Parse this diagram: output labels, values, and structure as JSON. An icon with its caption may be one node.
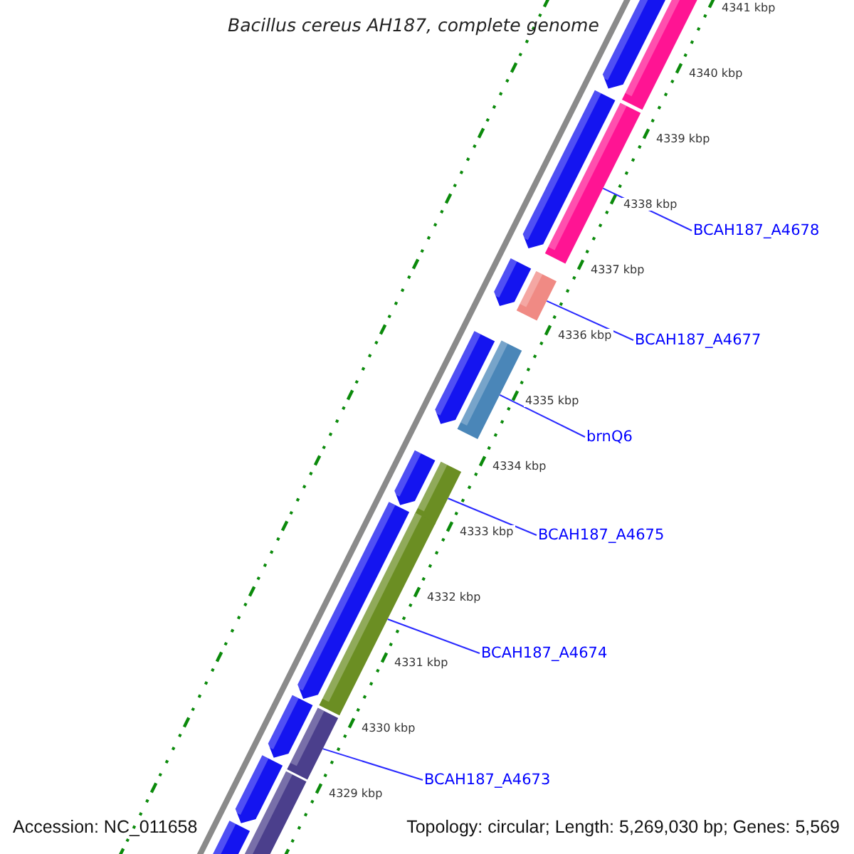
{
  "diagram": {
    "title": "Bacillus cereus AH187, complete genome",
    "nodes": [
      {
        "text": [],
        "shape": "pentagon"
      },
      {
        "text": [],
        "shape": "bar"
      },
      {
        "text": [],
        "shape": "pentagon"
      },
      {
        "text": [],
        "shape": "bar"
      },
      {
        "text": [
          "BCAH187_A4678"
        ]
      },
      {
        "text": [],
        "shape": "pentagon"
      },
      {
        "text": [],
        "shape": "bar"
      },
      {
        "text": [
          "BCAH187_A4677"
        ]
      },
      {
        "text": [],
        "shape": "pentagon"
      },
      {
        "text": [],
        "shape": "bar"
      },
      {
        "text": [
          "brnQ6"
        ]
      },
      {
        "text": [],
        "shape": "pentagon"
      },
      {
        "text": [],
        "shape": "bar"
      },
      {
        "text": [
          "BCAH187_A4675"
        ]
      },
      {
        "text": [],
        "shape": "pentagon"
      },
      {
        "text": [],
        "shape": "bar"
      },
      {
        "text": [
          "BCAH187_A4674"
        ]
      },
      {
        "text": [],
        "shape": "pentagon"
      },
      {
        "text": [],
        "shape": "bar"
      },
      {
        "text": [
          "BCAH187_A4673"
        ]
      },
      {
        "text": [],
        "shape": "pentagon"
      },
      {
        "text": [],
        "shape": "bar"
      },
      {
        "text": [],
        "shape": "pentagon"
      }
    ],
    "edges": [
      {
        "from": 4,
        "to": 3,
        "arrow": "none"
      },
      {
        "from": 7,
        "to": 6,
        "arrow": "none"
      },
      {
        "from": 10,
        "to": 9,
        "arrow": "none"
      },
      {
        "from": 13,
        "to": 12,
        "arrow": "none"
      },
      {
        "from": 16,
        "to": 15,
        "arrow": "none"
      },
      {
        "from": 19,
        "to": 18,
        "arrow": "none"
      }
    ],
    "labels": [
      "4341 kbp",
      "4340 kbp",
      "4339 kbp",
      "4338 kbp",
      "4337 kbp",
      "4336 kbp",
      "4335 kbp",
      "4334 kbp",
      "4333 kbp",
      "4332 kbp",
      "4331 kbp",
      "4330 kbp",
      "4329 kbp",
      "Accession: NC_011658",
      "Topology: circular; Length: 5,269,030 bp; Genes: 5,569"
    ]
  }
}
